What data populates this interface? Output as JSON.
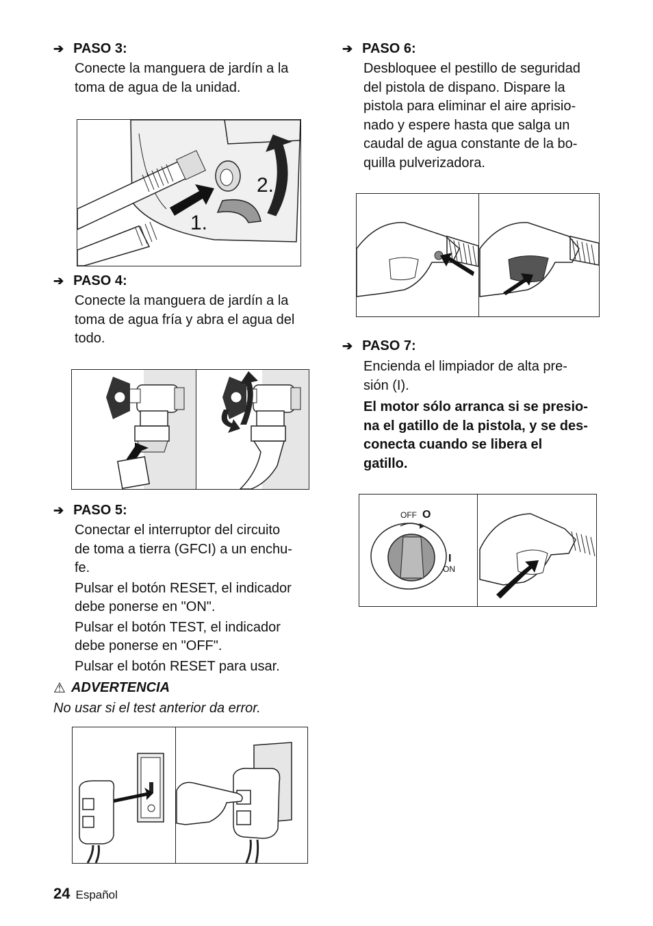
{
  "steps": {
    "s3": {
      "title": "PASO 3:",
      "lines": [
        "Conecte la manguera de jardín a la",
        "toma de agua de la unidad."
      ]
    },
    "s4": {
      "title": "PASO 4:",
      "lines": [
        "Conecte la manguera de jardín a la",
        "toma de agua fría y abra el agua del",
        "todo."
      ]
    },
    "s5": {
      "title": "PASO 5:",
      "lines": [
        "Conectar el interruptor del circuito",
        "de toma a tierra (GFCI) a un enchu-",
        "fe.",
        "Pulsar el botón RESET, el indicador",
        "debe ponerse en \"ON\".",
        "Pulsar el botón TEST, el indicador",
        "debe ponerse en \"OFF\".",
        "Pulsar el botón RESET para usar."
      ]
    },
    "s6": {
      "title": "PASO 6:",
      "lines": [
        "Desbloquee el pestillo de seguridad",
        "del pistola de dispano. Dispare la",
        "pistola para eliminar el aire aprisio-",
        "nado y espere hasta que salga un",
        "caudal de agua constante de la bo-",
        "quilla pulverizadora."
      ]
    },
    "s7": {
      "title": "PASO 7:",
      "lines": [
        "Encienda el limpiador de alta pre-",
        "sión (I)."
      ],
      "bold_lines": [
        "El motor sólo arranca si se presio-",
        "na el gatillo de la pistola, y se des-",
        "conecta cuando se libera el",
        "gatillo."
      ]
    }
  },
  "warning": {
    "title": "ADVERTENCIA",
    "text": "No usar si el test anterior da error."
  },
  "figures": {
    "fig1": {
      "label1": "1.",
      "label2": "2."
    },
    "fig7": {
      "off_label": "OFF",
      "off_symbol": "O",
      "on_symbol": "I",
      "on_label": "ON"
    }
  },
  "footer": {
    "page_number": "24",
    "language": "Español"
  }
}
